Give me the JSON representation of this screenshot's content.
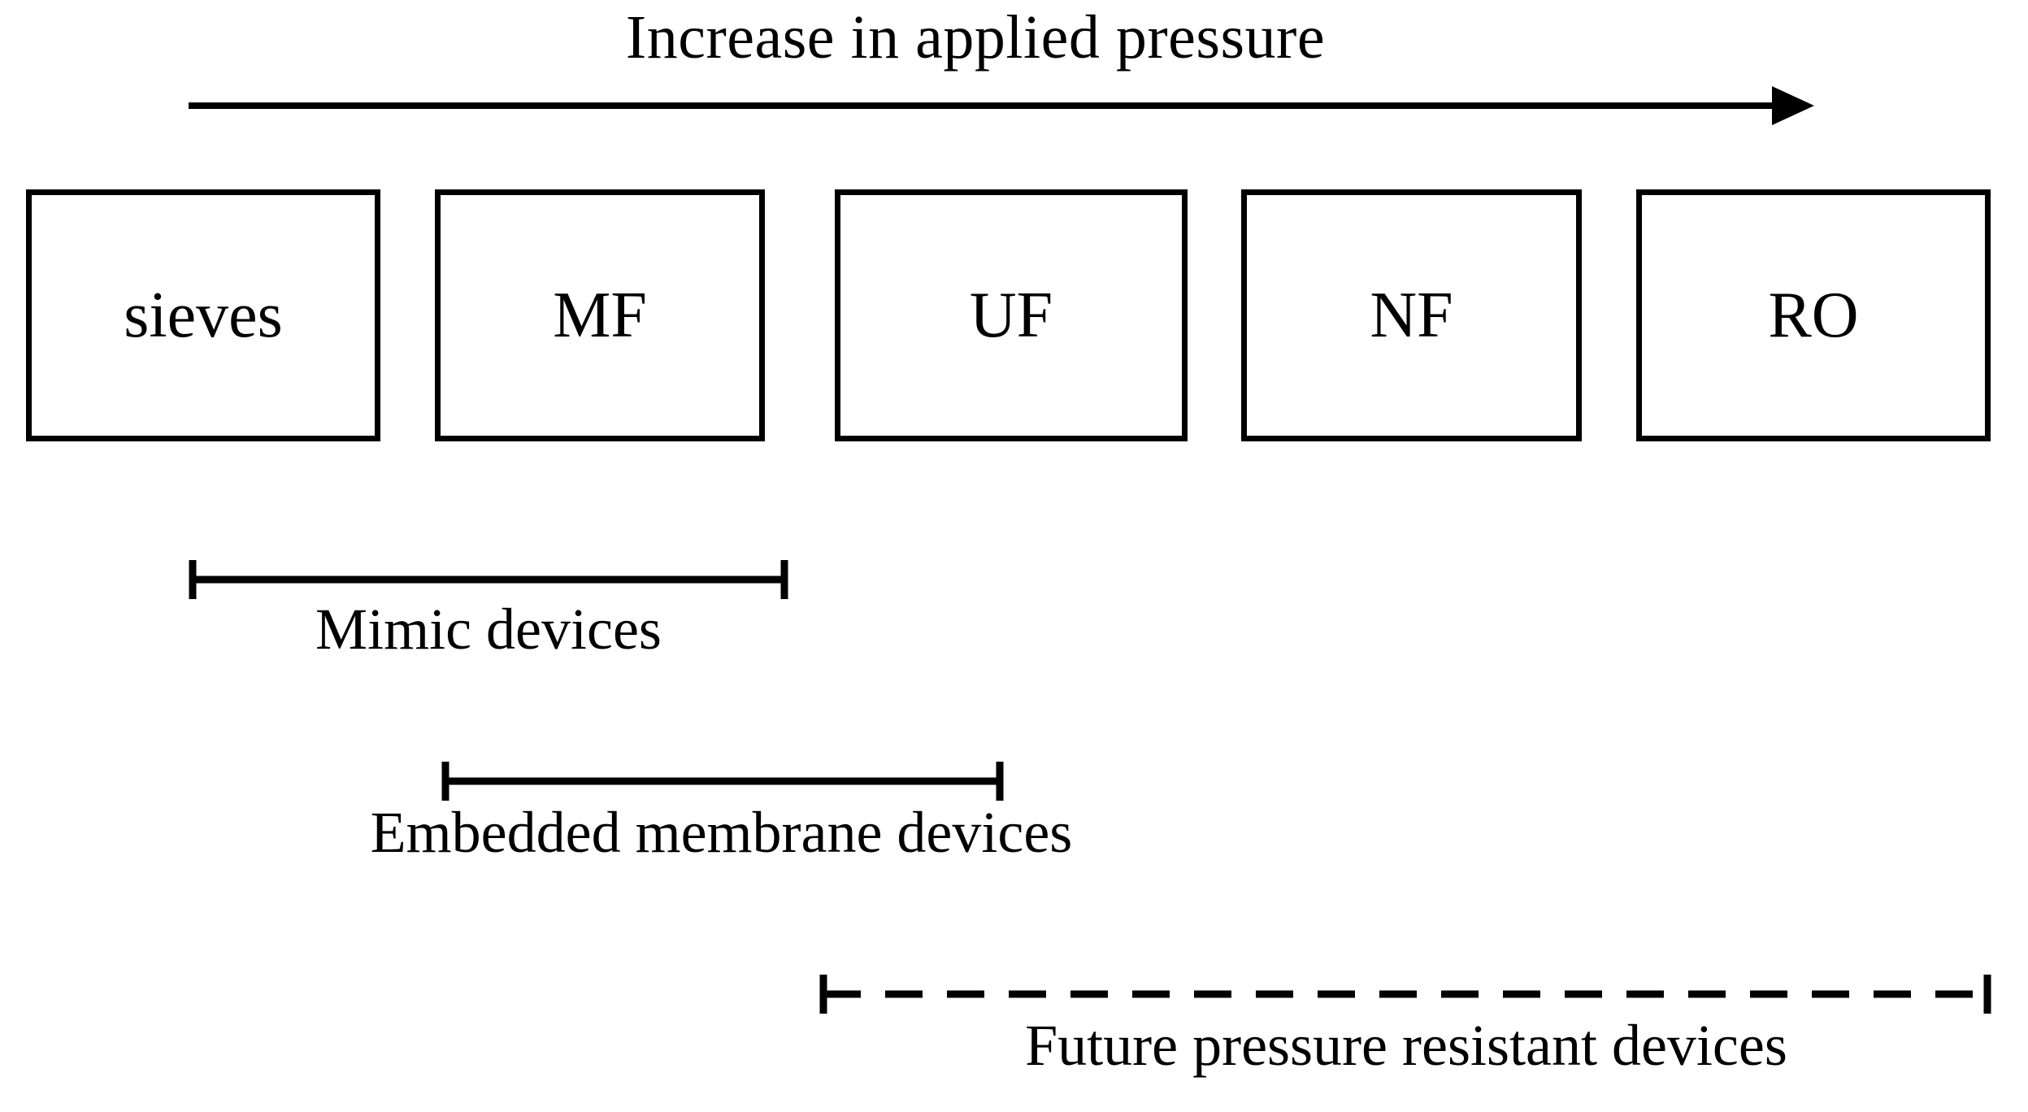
{
  "diagram": {
    "title": "Increase in applied pressure",
    "arrow": {
      "direction": "right",
      "semantic": "pressure-increase-arrow"
    },
    "stages": [
      {
        "label": "sieves"
      },
      {
        "label": "MF"
      },
      {
        "label": "UF"
      },
      {
        "label": "NF"
      },
      {
        "label": "RO"
      }
    ],
    "ranges": [
      {
        "label": "Mimic devices",
        "style": "solid",
        "spans": [
          "sieves",
          "MF"
        ]
      },
      {
        "label": "Embedded membrane devices",
        "style": "solid",
        "spans": [
          "MF",
          "UF"
        ]
      },
      {
        "label": "Future pressure resistant devices",
        "style": "dashed",
        "spans": [
          "UF",
          "NF",
          "RO"
        ]
      }
    ],
    "colors": {
      "ink": "#000000",
      "background": "#ffffff"
    }
  }
}
